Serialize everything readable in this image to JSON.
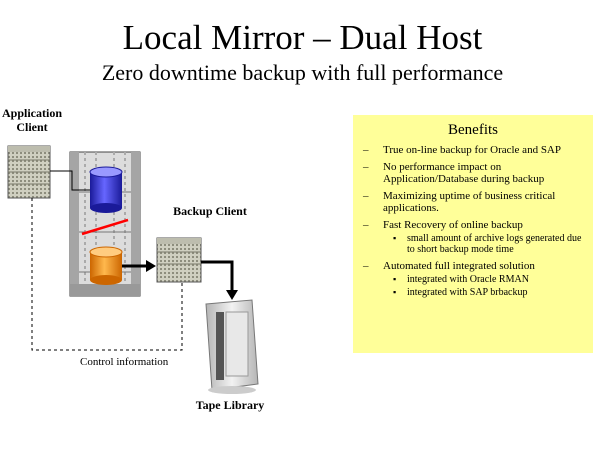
{
  "title": "Local Mirror – Dual Host",
  "subtitle": "Zero downtime backup with full performance",
  "labels": {
    "application_client": "Application Client",
    "backup_client": "Backup Client",
    "tape_library": "Tape Library",
    "control_information": "Control information"
  },
  "benefits": {
    "heading": "Benefits",
    "items": [
      {
        "text": "True on-line backup for Oracle and SAP",
        "sub": []
      },
      {
        "text": "No performance impact on Application/Database during backup",
        "sub": []
      },
      {
        "text": "Maximizing uptime of business critical applications.",
        "sub": []
      },
      {
        "text": "Fast Recovery of online backup",
        "sub": [
          "small amount of archive logs generated due to short backup mode time"
        ]
      },
      {
        "text": "Automated full integrated solution",
        "sub": [
          "integrated with Oracle RMAN",
          "integrated with SAP brbackup"
        ]
      }
    ],
    "dash": "–",
    "bullet": "▪"
  },
  "colors": {
    "benefits_background": "#ffff99",
    "primary_disk": "#3333cc",
    "mirror_disk": "#ff9900",
    "split_line": "#ff0000"
  }
}
